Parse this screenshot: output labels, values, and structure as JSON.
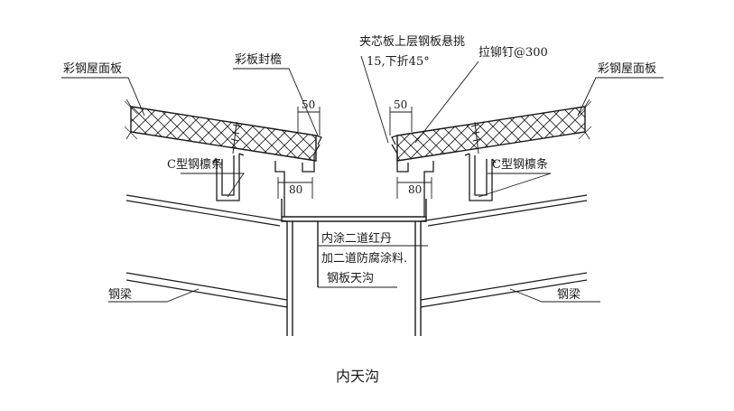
{
  "labels": {
    "roof_panel_left": "彩钢屋面板",
    "roof_panel_right": "彩钢屋面板",
    "eave_flashing": "彩板封檐",
    "sandwich_overhang_line1": "夹芯板上层钢板悬挑",
    "sandwich_overhang_line2": "15,下折45°",
    "rivet": "拉铆钉@300",
    "purlin_left": "C型钢檩条",
    "purlin_right": "C型钢檩条",
    "coating_line1": "内涂二道红丹",
    "coating_line2": "加二道防腐涂料.",
    "gutter": "钢板天沟",
    "beam_left": "钢梁",
    "beam_right": "钢梁"
  },
  "dimensions": {
    "overhang_left": "50",
    "overhang_right": "50",
    "purlin_left": "80",
    "purlin_right": "80"
  },
  "caption": "内天沟",
  "colors": {
    "ink": "#1a1a1a"
  }
}
